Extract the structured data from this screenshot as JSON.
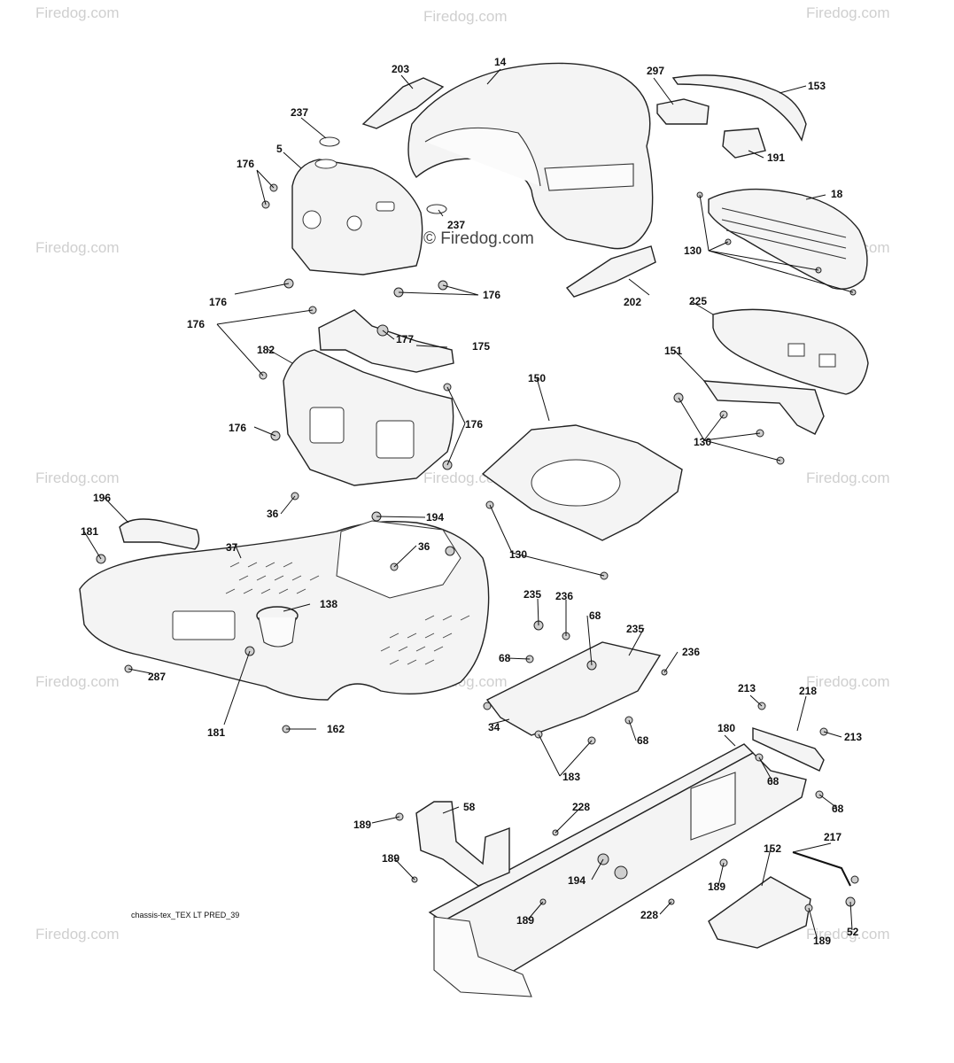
{
  "watermark": {
    "brand": "Firedog.com",
    "center": "© Firedog.com"
  },
  "caption": "chassis-tex_TEX LT PRED_39",
  "callouts": [
    {
      "id": "c14",
      "text": "14"
    },
    {
      "id": "c203",
      "text": "203"
    },
    {
      "id": "c297",
      "text": "297"
    },
    {
      "id": "c153",
      "text": "153"
    },
    {
      "id": "c237a",
      "text": "237"
    },
    {
      "id": "c5",
      "text": "5"
    },
    {
      "id": "c176a",
      "text": "176"
    },
    {
      "id": "c191",
      "text": "191"
    },
    {
      "id": "c18",
      "text": "18"
    },
    {
      "id": "c237b",
      "text": "237"
    },
    {
      "id": "c130a",
      "text": "130"
    },
    {
      "id": "c176b",
      "text": "176"
    },
    {
      "id": "c176c",
      "text": "176"
    },
    {
      "id": "c202",
      "text": "202"
    },
    {
      "id": "c225",
      "text": "225"
    },
    {
      "id": "c176d",
      "text": "176"
    },
    {
      "id": "c177",
      "text": "177"
    },
    {
      "id": "c182",
      "text": "182"
    },
    {
      "id": "c175",
      "text": "175"
    },
    {
      "id": "c151",
      "text": "151"
    },
    {
      "id": "c150",
      "text": "150"
    },
    {
      "id": "c176e",
      "text": "176"
    },
    {
      "id": "c176f",
      "text": "176"
    },
    {
      "id": "c130b",
      "text": "130"
    },
    {
      "id": "c196",
      "text": "196"
    },
    {
      "id": "c36a",
      "text": "36"
    },
    {
      "id": "c194a",
      "text": "194"
    },
    {
      "id": "c181a",
      "text": "181"
    },
    {
      "id": "c37",
      "text": "37"
    },
    {
      "id": "c36b",
      "text": "36"
    },
    {
      "id": "c130c",
      "text": "130"
    },
    {
      "id": "c138",
      "text": "138"
    },
    {
      "id": "c235a",
      "text": "235"
    },
    {
      "id": "c236a",
      "text": "236"
    },
    {
      "id": "c68a",
      "text": "68"
    },
    {
      "id": "c68b",
      "text": "68"
    },
    {
      "id": "c235b",
      "text": "235"
    },
    {
      "id": "c236b",
      "text": "236"
    },
    {
      "id": "c287",
      "text": "287"
    },
    {
      "id": "c181b",
      "text": "181"
    },
    {
      "id": "c162",
      "text": "162"
    },
    {
      "id": "c34",
      "text": "34"
    },
    {
      "id": "c68c",
      "text": "68"
    },
    {
      "id": "c213a",
      "text": "213"
    },
    {
      "id": "c218",
      "text": "218"
    },
    {
      "id": "c213b",
      "text": "213"
    },
    {
      "id": "c183",
      "text": "183"
    },
    {
      "id": "c180",
      "text": "180"
    },
    {
      "id": "c68d",
      "text": "68"
    },
    {
      "id": "c58",
      "text": "58"
    },
    {
      "id": "c228a",
      "text": "228"
    },
    {
      "id": "c68e",
      "text": "68"
    },
    {
      "id": "c189a",
      "text": "189"
    },
    {
      "id": "c217",
      "text": "217"
    },
    {
      "id": "c152",
      "text": "152"
    },
    {
      "id": "c189b",
      "text": "189"
    },
    {
      "id": "c194b",
      "text": "194"
    },
    {
      "id": "c189c",
      "text": "189"
    },
    {
      "id": "c189d",
      "text": "189"
    },
    {
      "id": "c228b",
      "text": "228"
    },
    {
      "id": "c189e",
      "text": "189"
    },
    {
      "id": "c52",
      "text": "52"
    }
  ]
}
